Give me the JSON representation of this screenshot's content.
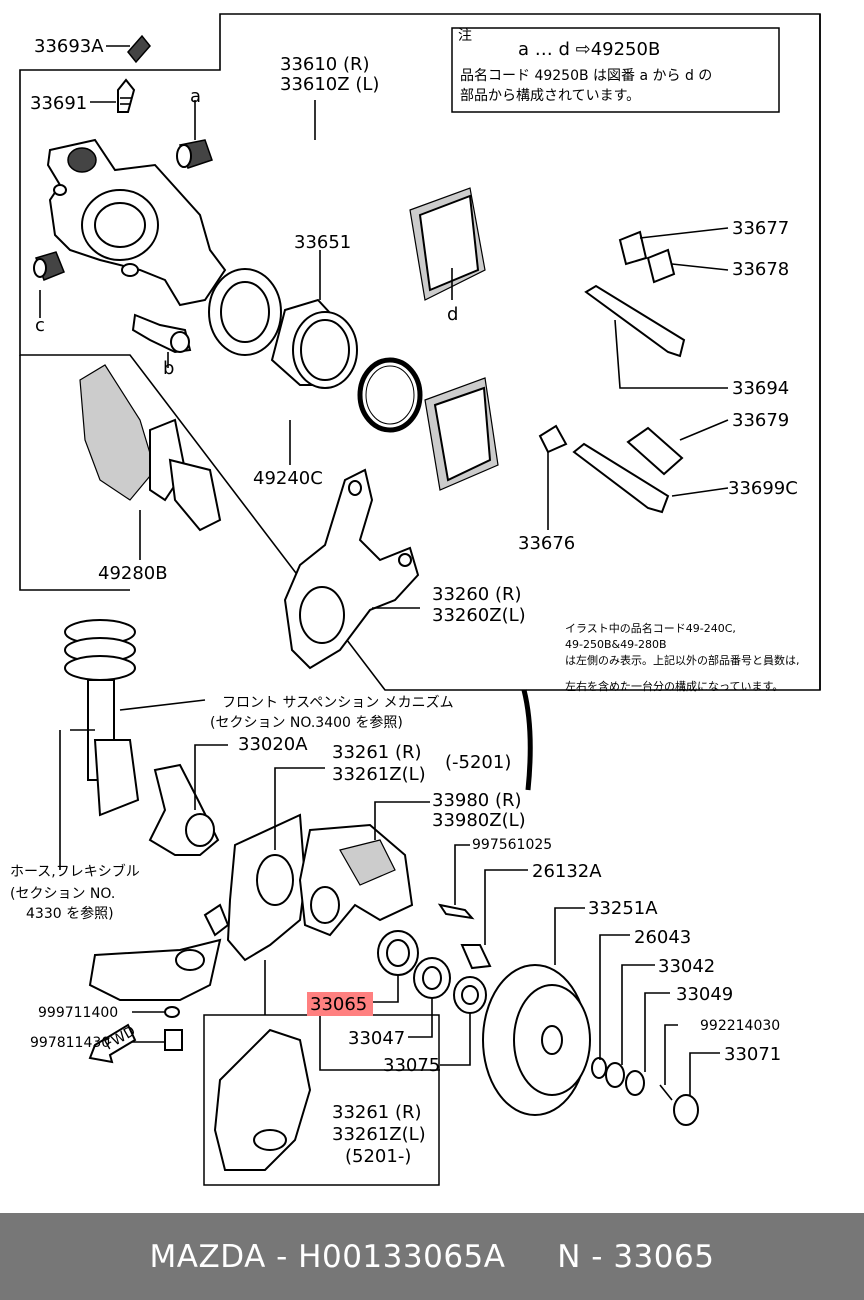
{
  "labels": {
    "p33693A": "33693A",
    "p33691": "33691",
    "a": "a",
    "b": "b",
    "c": "c",
    "d": "d",
    "p33610R": "33610  (R)",
    "p33610L": "33610Z (L)",
    "p33651": "33651",
    "p33677": "33677",
    "p33678": "33678",
    "p33694": "33694",
    "p33679": "33679",
    "p33699C": "33699C",
    "p33676": "33676",
    "p49240C": "49240C",
    "p49280B": "49280B",
    "p33260R": "33260  (R)",
    "p33260L": "33260Z(L)",
    "p33020A": "33020A",
    "p33261R_top": "33261  (R)",
    "p33261L_top": "33261Z(L)",
    "p5201_top": "(-5201)",
    "p33980R": "33980  (R)",
    "p33980L": "33980Z(L)",
    "p997561025": "997561025",
    "p26132A": "26132A",
    "p33251A": "33251A",
    "p26043": "26043",
    "p33042": "33042",
    "p33049": "33049",
    "p992214030": "992214030",
    "p33071": "33071",
    "p33065": "33065",
    "p33047": "33047",
    "p33075": "33075",
    "p999711400": "999711400",
    "p997811430": "997811430",
    "p33261R_bot": "33261  (R)",
    "p33261L_bot": "33261Z(L)",
    "p5201_bot": "(5201-)",
    "fwd": "FWD"
  },
  "notes": {
    "header": "注",
    "ref_line": "a … d ⇨49250B",
    "line2": "品名コード 49250B は図番 a から d の",
    "line3": "部品から構成されています。",
    "illus1": "イラスト中の品名コード49-240C,",
    "illus2": "49-250B&49-280B",
    "illus3": "は左側のみ表示。上記以外の部品番号と員数は,",
    "illus4": "左右を含めた一台分の構成になっています。",
    "susp1": "フロント サスペンション メカニズム",
    "susp2": "(セクション NO.3400 を参照)",
    "hose1": "ホース,フレキシブル",
    "hose2": "(セクション NO.",
    "hose3": "4330 を参照)"
  },
  "footer": {
    "text": "MAZDA - H00133065A     N - 33065"
  },
  "colors": {
    "highlight": "#ff8080",
    "footer_bg": "#777777",
    "footer_text": "#ffffff"
  }
}
